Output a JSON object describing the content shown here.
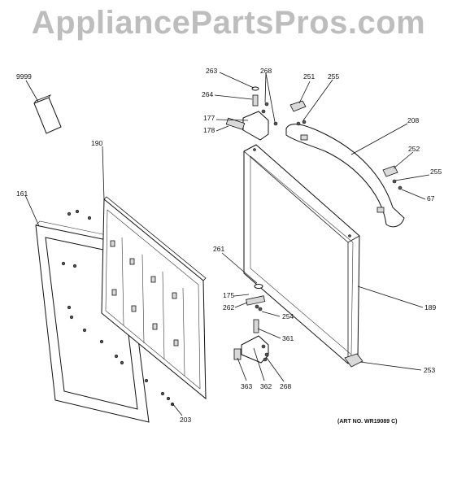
{
  "watermark": "AppliancePartsPros.com",
  "art_number": "(ART NO. WR19089 C)",
  "callouts": {
    "c9999": "9999",
    "c190": "190",
    "c161": "161",
    "c203": "203",
    "c263": "263",
    "c268a": "268",
    "c264": "264",
    "c177": "177",
    "c178": "178",
    "c251": "251",
    "c255a": "255",
    "c208": "208",
    "c252": "252",
    "c255b": "255",
    "c67": "67",
    "c261": "261",
    "c175": "175",
    "c262": "262",
    "c254": "254",
    "c361": "361",
    "c363": "363",
    "c362": "362",
    "c268b": "268",
    "c189": "189",
    "c253": "253"
  }
}
